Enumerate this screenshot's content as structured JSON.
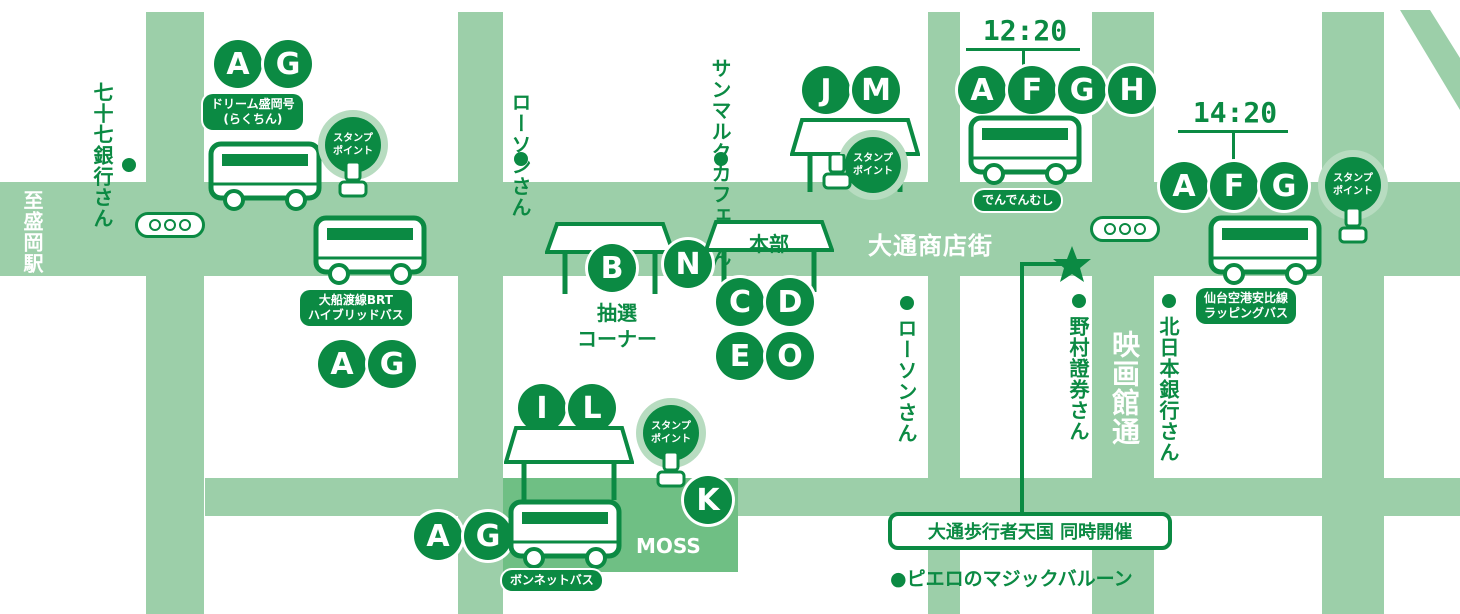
{
  "colors": {
    "road": "#9ccfa9",
    "accent": "#0b8a43",
    "moss_block": "#6fbf84"
  },
  "station": "至盛岡駅",
  "street_label": "大通商店街",
  "eiga_street": "映画館通",
  "stamp_point": "スタンプポイント",
  "stamp_line1": "スタンプ",
  "stamp_line2": "ポイント",
  "landmarks": {
    "shichijushichi": "七十七銀行さん",
    "lawson_top": "ローソンさん",
    "saint_marc": "サンマルクカフェさん",
    "lawson_right": "ローソンさん",
    "nomura": "野村證券さん",
    "kitanihon": "北日本銀行さん"
  },
  "buses": {
    "dream": {
      "label": "ドリーム盛岡号\n(らくちん)",
      "line1": "ドリーム盛岡号",
      "line2": "(らくちん)",
      "letters": [
        "A",
        "G"
      ]
    },
    "ofunato": {
      "label": "大船渡線BRT\nハイブリッドバス",
      "line1": "大船渡線BRT",
      "line2": "ハイブリッドバス",
      "letters": [
        "A",
        "G"
      ]
    },
    "dendenmushi": {
      "label": "でんでんむし",
      "letters": [
        "A",
        "F",
        "G",
        "H"
      ],
      "time": "12:20"
    },
    "sendai": {
      "label": "仙台空港安比線\nラッピングバス",
      "line1": "仙台空港安比線",
      "line2": "ラッピングバス",
      "letters": [
        "A",
        "F",
        "G"
      ],
      "time": "14:20"
    },
    "bonnet": {
      "label": "ボンネットバス",
      "letters": [
        "A",
        "G"
      ]
    }
  },
  "booths": {
    "lottery": {
      "label": "抽選\nコーナー",
      "line1": "抽選",
      "line2": "コーナー",
      "letters": [
        "B"
      ]
    },
    "n_letter": "N",
    "honbu": {
      "label": "本部",
      "letters": [
        "C",
        "D",
        "E",
        "O"
      ]
    },
    "jm": {
      "letters": [
        "J",
        "M"
      ]
    },
    "il": {
      "letters": [
        "I",
        "L"
      ]
    },
    "k": {
      "letters": [
        "K"
      ]
    }
  },
  "moss": "MOSS",
  "event": {
    "title": "大通歩行者天国 同時開催",
    "subtitle": "●ピエロのマジックバルーン"
  }
}
